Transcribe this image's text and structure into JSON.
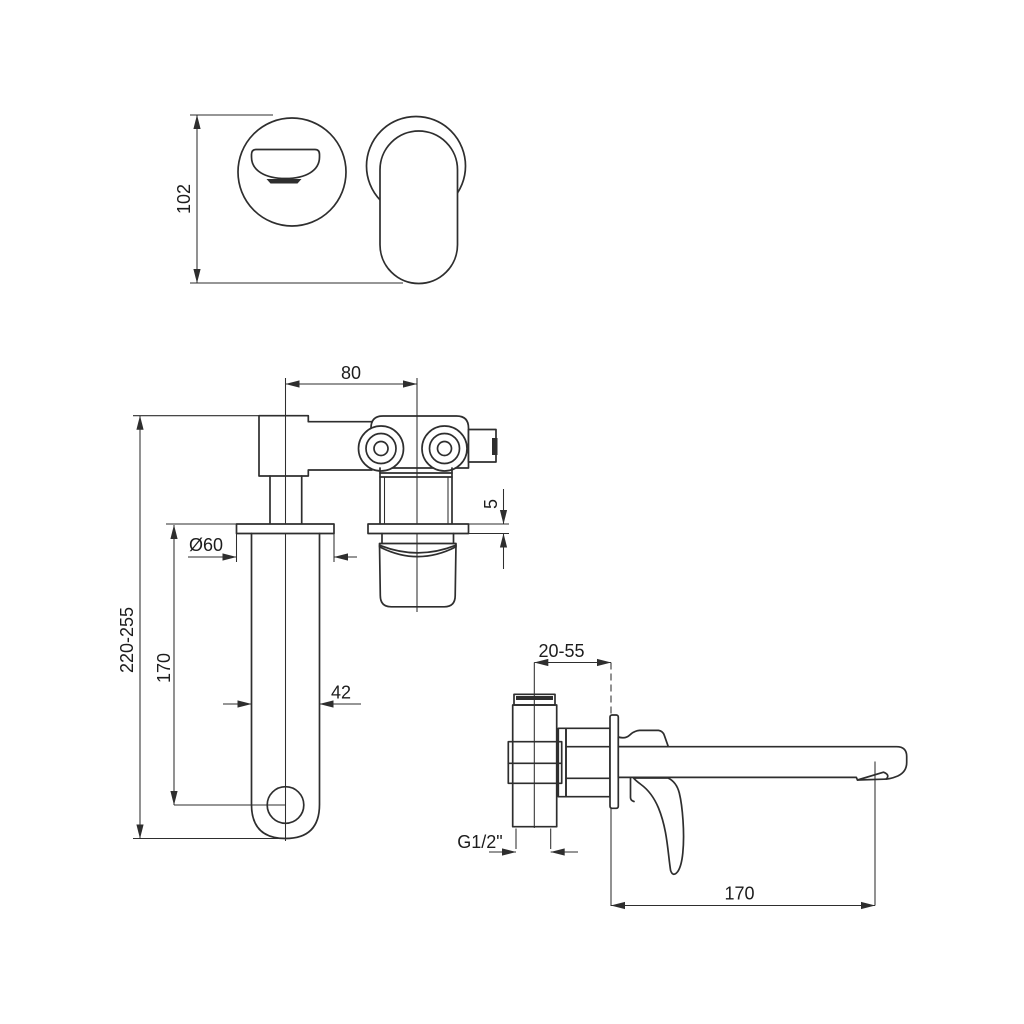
{
  "title": "wall-mounted basin mixer technical drawing",
  "colors": {
    "line": "#2e2e2e",
    "text": "#1d1d1d",
    "background": "#ffffff"
  },
  "dimensions": {
    "front_height": "102",
    "inlet_spacing": "80",
    "plate_thickness": "5",
    "escutcheon_diameter": "Ø60",
    "spout_height_range": "220-255",
    "length_to_aerator": "170",
    "spout_body_width": "42",
    "wall_depth_range": "20-55",
    "thread_size": "G1/2\"",
    "spout_reach": "170"
  }
}
